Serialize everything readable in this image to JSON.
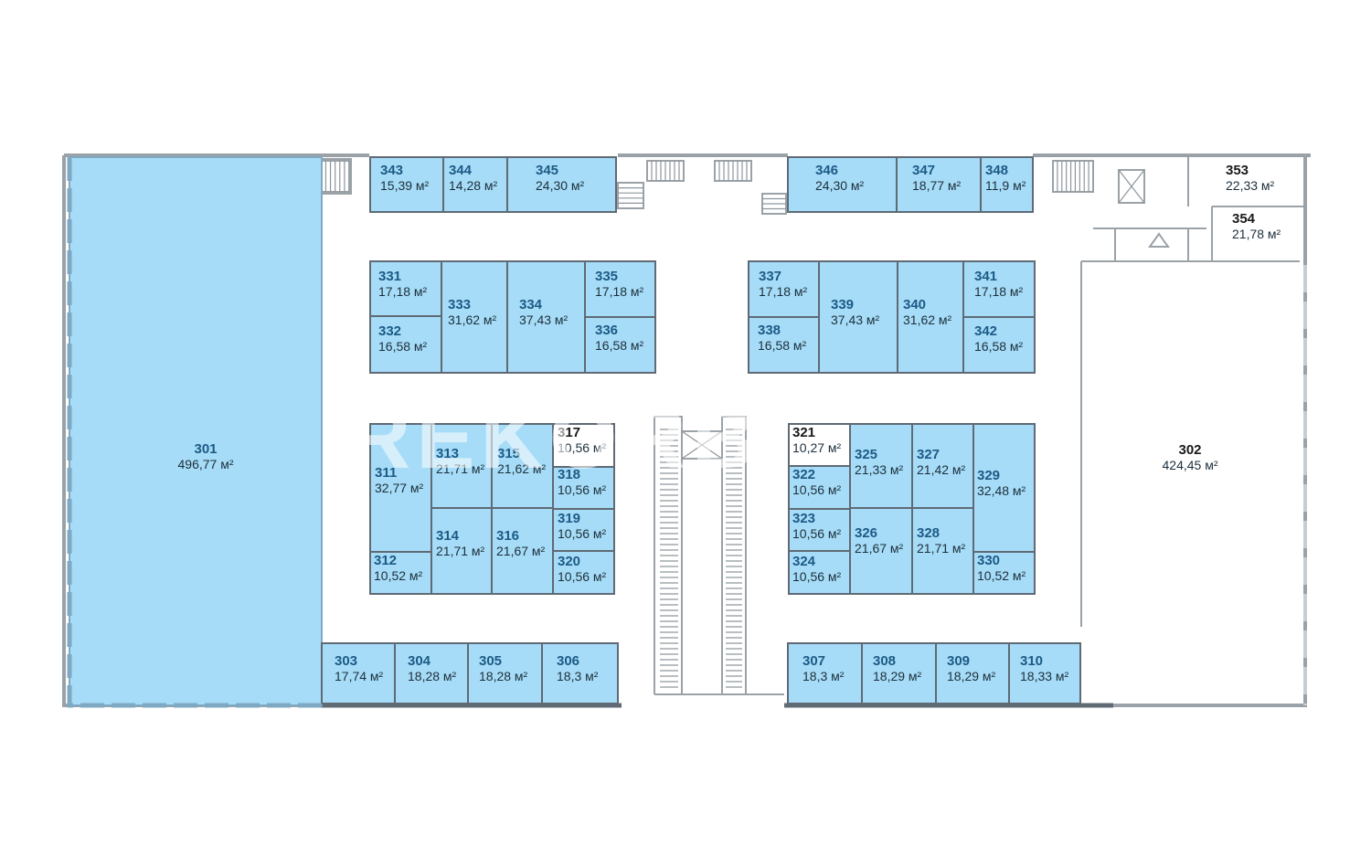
{
  "watermark": "REKORB",
  "area_unit": "м²",
  "rooms": [
    {
      "id": "301",
      "area": "496,77 м²",
      "status": "available"
    },
    {
      "id": "302",
      "area": "424,45 м²",
      "status": "unavailable"
    },
    {
      "id": "303",
      "area": "17,74 м²",
      "status": "available"
    },
    {
      "id": "304",
      "area": "18,28 м²",
      "status": "available"
    },
    {
      "id": "305",
      "area": "18,28 м²",
      "status": "available"
    },
    {
      "id": "306",
      "area": "18,3 м²",
      "status": "available"
    },
    {
      "id": "307",
      "area": "18,3 м²",
      "status": "available"
    },
    {
      "id": "308",
      "area": "18,29 м²",
      "status": "available"
    },
    {
      "id": "309",
      "area": "18,29 м²",
      "status": "available"
    },
    {
      "id": "310",
      "area": "18,33 м²",
      "status": "available"
    },
    {
      "id": "311",
      "area": "32,77 м²",
      "status": "available"
    },
    {
      "id": "312",
      "area": "10,52 м²",
      "status": "available"
    },
    {
      "id": "313",
      "area": "21,71 м²",
      "status": "available"
    },
    {
      "id": "314",
      "area": "21,71 м²",
      "status": "available"
    },
    {
      "id": "315",
      "area": "21,62 м²",
      "status": "available"
    },
    {
      "id": "316",
      "area": "21,67 м²",
      "status": "available"
    },
    {
      "id": "317",
      "area": "10,56 м²",
      "status": "unavailable"
    },
    {
      "id": "318",
      "area": "10,56 м²",
      "status": "available"
    },
    {
      "id": "319",
      "area": "10,56 м²",
      "status": "available"
    },
    {
      "id": "320",
      "area": "10,56 м²",
      "status": "available"
    },
    {
      "id": "321",
      "area": "10,27 м²",
      "status": "unavailable"
    },
    {
      "id": "322",
      "area": "10,56 м²",
      "status": "available"
    },
    {
      "id": "323",
      "area": "10,56 м²",
      "status": "available"
    },
    {
      "id": "324",
      "area": "10,56 м²",
      "status": "available"
    },
    {
      "id": "325",
      "area": "21,33 м²",
      "status": "available"
    },
    {
      "id": "326",
      "area": "21,67 м²",
      "status": "available"
    },
    {
      "id": "327",
      "area": "21,42 м²",
      "status": "available"
    },
    {
      "id": "328",
      "area": "21,71 м²",
      "status": "available"
    },
    {
      "id": "329",
      "area": "32,48 м²",
      "status": "available"
    },
    {
      "id": "330",
      "area": "10,52 м²",
      "status": "available"
    },
    {
      "id": "331",
      "area": "17,18 м²",
      "status": "available"
    },
    {
      "id": "332",
      "area": "16,58 м²",
      "status": "available"
    },
    {
      "id": "333",
      "area": "31,62 м²",
      "status": "available"
    },
    {
      "id": "334",
      "area": "37,43 м²",
      "status": "available"
    },
    {
      "id": "335",
      "area": "17,18 м²",
      "status": "available"
    },
    {
      "id": "336",
      "area": "16,58 м²",
      "status": "available"
    },
    {
      "id": "337",
      "area": "17,18 м²",
      "status": "available"
    },
    {
      "id": "338",
      "area": "16,58 м²",
      "status": "available"
    },
    {
      "id": "339",
      "area": "37,43 м²",
      "status": "available"
    },
    {
      "id": "340",
      "area": "31,62 м²",
      "status": "available"
    },
    {
      "id": "341",
      "area": "17,18 м²",
      "status": "available"
    },
    {
      "id": "342",
      "area": "16,58 м²",
      "status": "available"
    },
    {
      "id": "343",
      "area": "15,39 м²",
      "status": "available"
    },
    {
      "id": "344",
      "area": "14,28 м²",
      "status": "available"
    },
    {
      "id": "345",
      "area": "24,30 м²",
      "status": "available"
    },
    {
      "id": "346",
      "area": "24,30 м²",
      "status": "available"
    },
    {
      "id": "347",
      "area": "18,77 м²",
      "status": "available"
    },
    {
      "id": "348",
      "area": "11,9 м²",
      "status": "available"
    },
    {
      "id": "353",
      "area": "22,33 м²",
      "status": "unavailable"
    },
    {
      "id": "354",
      "area": "21,78 м²",
      "status": "unavailable"
    }
  ]
}
